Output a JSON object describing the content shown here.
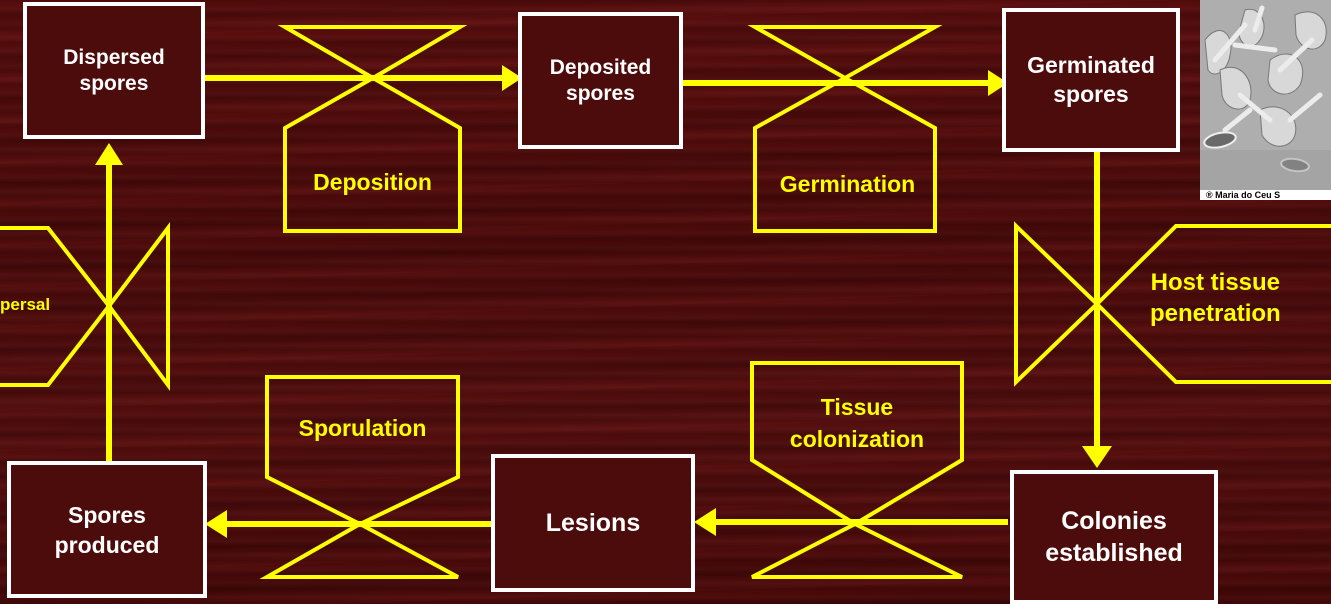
{
  "diagram": {
    "stages": {
      "dispersed_spores": "Dispersed\nspores",
      "deposited_spores": "Deposited\nspores",
      "germinated_spores": "Germinated\nspores",
      "colonies_established": "Colonies\nestablished",
      "lesions": "Lesions",
      "spores_produced": "Spores\nproduced"
    },
    "processes": {
      "deposition": "Deposition",
      "germination": "Germination",
      "host_penetration": "Host tissue\npenetration",
      "tissue_colonization": "Tissue\ncolonization",
      "sporulation": "Sporulation",
      "dispersal": "persal"
    },
    "photo_caption": "® Maria do Ceu S",
    "colors": {
      "valve": "#ffff00",
      "box_border": "#ffffff",
      "background": "#4d0c0c"
    }
  }
}
